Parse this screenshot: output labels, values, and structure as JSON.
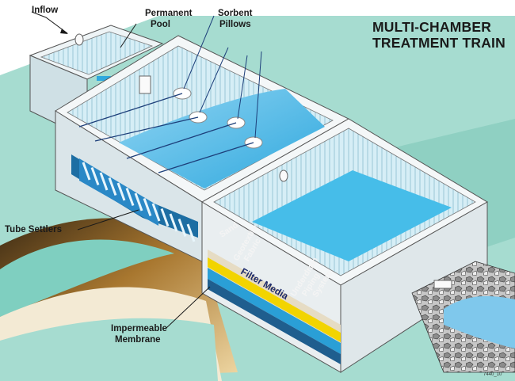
{
  "title": {
    "line1": "MULTI-CHAMBER",
    "line2": "TREATMENT TRAIN"
  },
  "callouts": {
    "inflow": "Inflow",
    "permanent_pool_1": "Permanent",
    "permanent_pool_2": "Pool",
    "sorbent_pillows_1": "Sorbent",
    "sorbent_pillows_2": "Pillows",
    "tube_settlers": "Tube Settlers",
    "impermeable_membrane_1": "Impermeable",
    "impermeable_membrane_2": "Membrane"
  },
  "filter_labels": {
    "sand": "Sand",
    "geotextile_1": "Geotextile",
    "geotextile_2": "Fabric",
    "filter_media": "Filter Media",
    "underdrain_1": "Underdrain",
    "underdrain_2": "Piping",
    "underdrain_3": "System"
  },
  "figure_number": "7440_10",
  "colors": {
    "ground": "#9fd8cc",
    "ground_dark": "#6fbfae",
    "wall_top": "#f3f6f7",
    "wall_side": "#d8e1e5",
    "water_light": "#cfe9f5",
    "water_blue": "#3db7e8",
    "soil_tan": "#c99a53",
    "filter_yellow": "#f2d400",
    "accent_navy": "#1d3f7a"
  }
}
